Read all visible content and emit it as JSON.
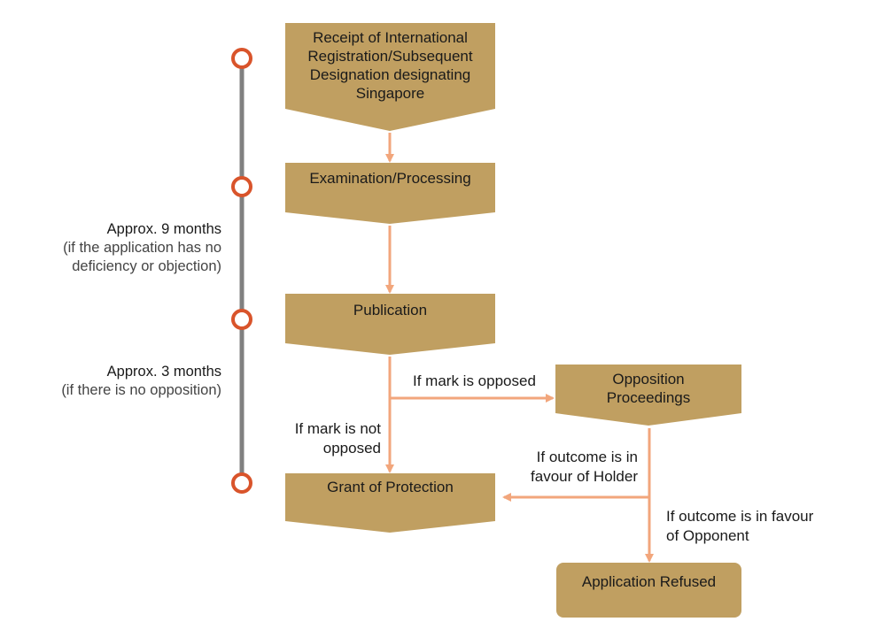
{
  "colors": {
    "box_fill": "#c09f61",
    "arrow": "#f2a67c",
    "timeline": "#808080",
    "marker": "#d9542b"
  },
  "nodes": {
    "receipt": "Receipt of International Registration/Subsequent Designation designating Singapore",
    "examination": "Examination/Processing",
    "publication": "Publication",
    "opposition": "Opposition Proceedings",
    "grant": "Grant of Protection",
    "refused": "Application Refused"
  },
  "edge_labels": {
    "opposed": "If mark is opposed",
    "not_opposed": "If mark is not opposed",
    "favour_holder": "If outcome is in favour of Holder",
    "favour_opponent": "If outcome is in favour of Opponent"
  },
  "timeline": {
    "period_1": {
      "main": "Approx. 9 months",
      "note": "(if the application has no deficiency or objection)"
    },
    "period_2": {
      "main": "Approx. 3 months",
      "note": "(if there is no opposition)"
    }
  }
}
